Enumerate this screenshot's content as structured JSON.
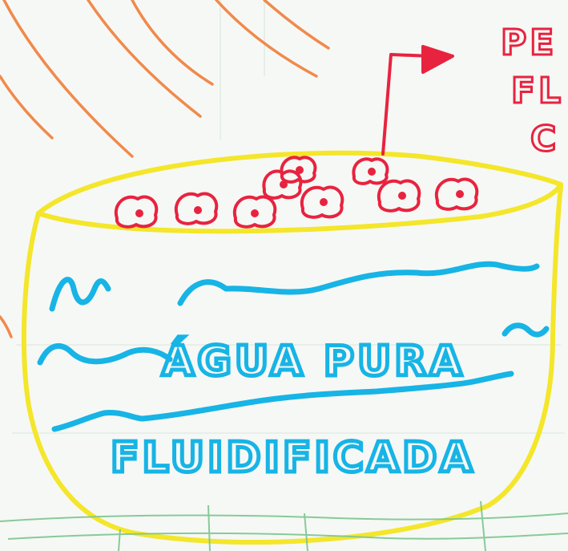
{
  "labels": {
    "water_line1": "ÁGUA PURA",
    "water_line2": "FLUIDIFICADA",
    "side_line1": "PE",
    "side_line2": "FL",
    "side_line3": "C"
  },
  "colors": {
    "paper": "#f6f8f5",
    "grid": "#d6e6dc",
    "sun_rays": "#f08a4b",
    "bowl_outline": "#f4e62a",
    "particles": "#e8233f",
    "arrow": "#e8233f",
    "water_waves": "#17b4e6",
    "water_text": "#17b4e6",
    "grass": "#7cc690"
  },
  "icons": [
    "sun-rays",
    "bowl",
    "particles",
    "arrow",
    "water-waves"
  ]
}
